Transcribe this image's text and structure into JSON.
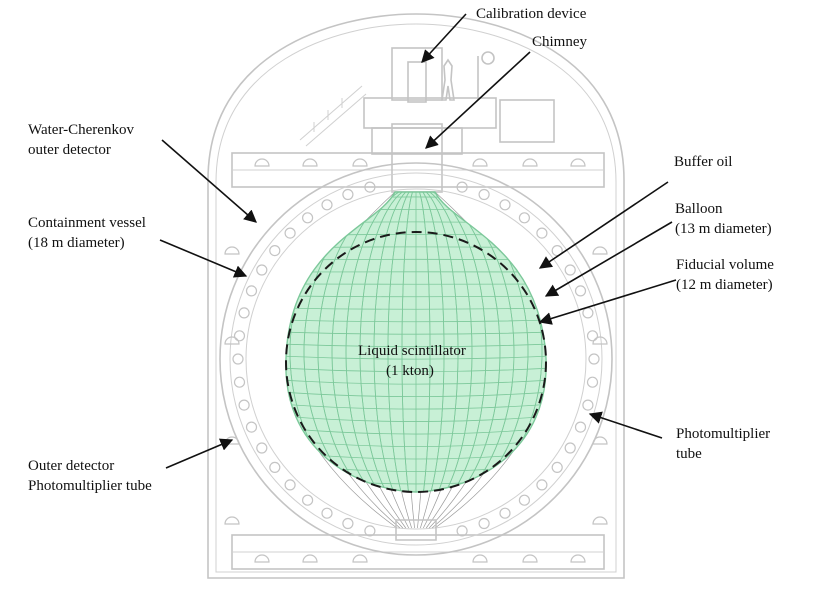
{
  "labels": {
    "calibration_device": "Calibration device",
    "chimney": "Chimney",
    "water_cherenkov_1": "Water-Cherenkov",
    "water_cherenkov_2": "outer detector",
    "containment_1": "Containment vessel",
    "containment_2": "(18 m diameter)",
    "buffer_oil": "Buffer oil",
    "balloon_1": "Balloon",
    "balloon_2": "(13 m diameter)",
    "fiducial_1": "Fiducial volume",
    "fiducial_2": "(12 m diameter)",
    "scintillator_1": "Liquid scintillator",
    "scintillator_2": "(1 kton)",
    "pmt_1": "Photomultiplier",
    "pmt_2": "tube",
    "outer_pmt_1": "Outer detector",
    "outer_pmt_2": "Photomultiplier tube"
  },
  "colors": {
    "scintillator_fill": "#c8f0d6",
    "scintillator_grid": "#7cc89a",
    "structure": "#c4c4c4",
    "arrow": "#111111",
    "fiducial_dash": "#1a1a1a"
  }
}
